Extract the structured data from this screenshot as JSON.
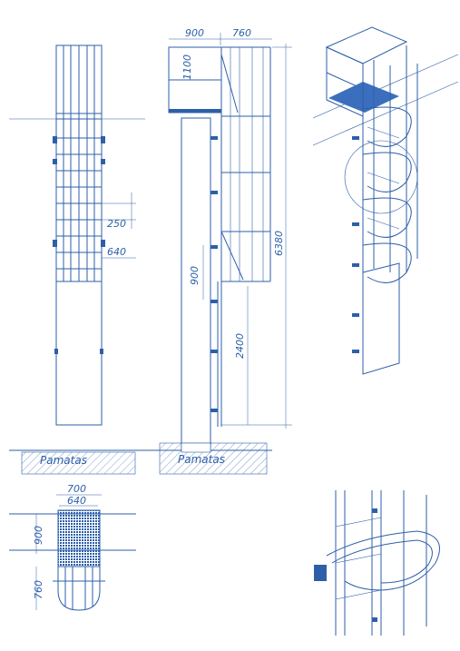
{
  "labels": {
    "pamatas_left": "Pamatas",
    "pamatas_right": "Pamatas"
  },
  "dimensions": {
    "front_250": "250",
    "front_640": "640",
    "side_900_top": "900",
    "side_760_top": "760",
    "side_1100": "1100",
    "side_900_mid": "900",
    "side_2400": "2400",
    "side_6380": "6380",
    "plan_700": "700",
    "plan_640": "640",
    "plan_900": "900",
    "plan_760": "760"
  },
  "colors": {
    "line": "#2d5fa8",
    "background": "#ffffff"
  }
}
